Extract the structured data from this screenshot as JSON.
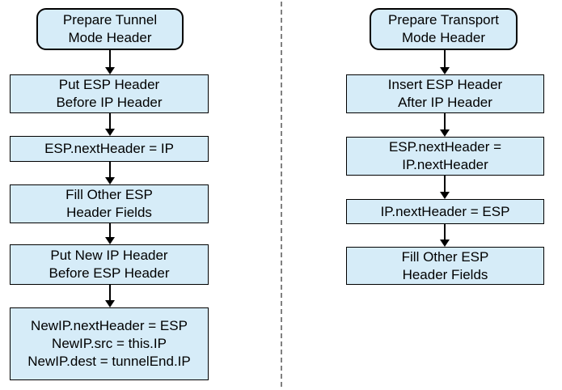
{
  "diagram": {
    "description": "Two vertical flowcharts for preparing ESP headers, separated by a dashed divider",
    "colors": {
      "box_fill": "#d6ecf8",
      "box_border": "#000000",
      "text": "#000000",
      "arrow": "#000000",
      "divider": "#808080",
      "background": "#ffffff"
    },
    "flow_left": {
      "title": "Prepare Tunnel\nMode Header",
      "steps": [
        "Put ESP Header\nBefore IP Header",
        "ESP.nextHeader = IP",
        "Fill Other ESP\nHeader Fields",
        "Put New IP Header\nBefore ESP Header",
        "NewIP.nextHeader = ESP\nNewIP.src = this.IP\nNewIP.dest = tunnelEnd.IP"
      ]
    },
    "flow_right": {
      "title": "Prepare Transport\nMode Header",
      "steps": [
        "Insert ESP Header\nAfter IP Header",
        "ESP.nextHeader =\nIP.nextHeader",
        "IP.nextHeader = ESP",
        "Fill Other ESP\nHeader Fields"
      ]
    }
  }
}
